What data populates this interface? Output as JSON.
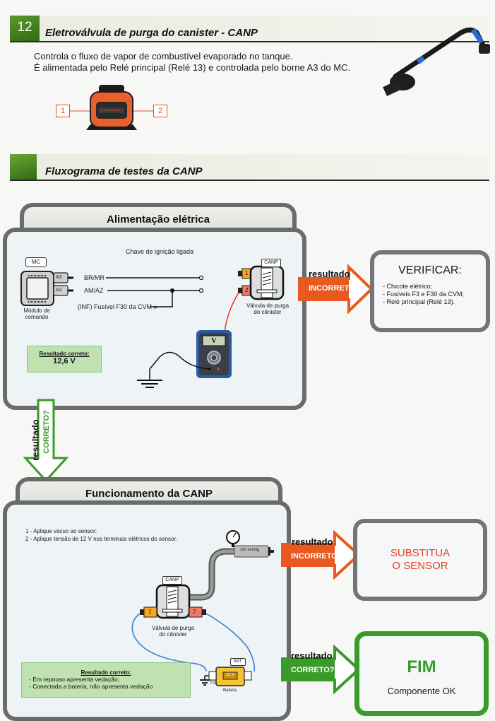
{
  "section": {
    "number": "12",
    "title": "Eletroválvula de purga do canister - CANP",
    "description_lines": [
      "Controla o fluxo de vapor de combustível evaporado no tanque.",
      "É alimentada pelo Relé principal (Relé 13) e controlada pelo borne A3 do MC."
    ],
    "connector_pins": [
      "1",
      "2"
    ]
  },
  "flowchart": {
    "title": "Fluxograma de testes da CANP",
    "step1": {
      "title": "Alimentação elétrica",
      "ignition_label": "Chave de ignição ligada",
      "module_tag": "MC",
      "module_caption_lines": [
        "Módulo de",
        "comando"
      ],
      "pins": [
        {
          "pin": "A3",
          "wire": "BR/MR"
        },
        {
          "pin": "A2",
          "wire": "AM/AZ"
        }
      ],
      "fuse_label": "(INF) Fusível F30 da CVM",
      "component_tag": "CANP",
      "component_pins": [
        "1",
        "2"
      ],
      "component_caption_lines": [
        "Válvula de purga",
        "do cânister"
      ],
      "meter_symbol": "V",
      "result_title": "Resultado correto:",
      "result_value": "12,6 V",
      "incorrect_arrow": {
        "top": "resultado",
        "label": "INCORRETO?"
      },
      "verify": {
        "title": "VERIFICAR:",
        "items": [
          "- Chicote elétrico;",
          "- Fusíveis F3 e F30 da CVM;",
          "- Relé principal (Relé 13)."
        ]
      }
    },
    "correct_down_arrow": {
      "top": "resultado",
      "label": "CORRETO?"
    },
    "step2": {
      "title": "Funcionamento da CANP",
      "instructions": [
        "1 - Aplique vácuo ao sensor;",
        "2 - Aplique tensão de 12 V nos terminais elétricos do sensor."
      ],
      "vacuum_reading": "200 mmHg",
      "component_tag": "CANP",
      "component_pins": [
        "1",
        "2"
      ],
      "component_caption_lines": [
        "Válvula de purga",
        "do cânister"
      ],
      "battery_tag": "BAT",
      "battery_value": "12 V",
      "battery_caption": "Bateria",
      "ground_label": "T01",
      "result_title": "Resultado correto:",
      "result_items": [
        "- Em repouso apresenta vedação;",
        "- Conectada a bateria, não apresenta vedação"
      ],
      "incorrect_arrow": {
        "top": "resultado",
        "label": "INCORRETO?"
      },
      "replace": {
        "lines": [
          "SUBSTITUA",
          "O SENSOR"
        ]
      },
      "correct_arrow": {
        "top": "resultado",
        "label": "CORRETO?"
      },
      "end": {
        "title": "FIM",
        "subtitle": "Componente OK"
      }
    }
  },
  "colors": {
    "accent_green": "#3a9a2a",
    "accent_orange": "#e8581f",
    "panel_border": "#6b6b6b",
    "note_green": "#bfe2b0"
  }
}
